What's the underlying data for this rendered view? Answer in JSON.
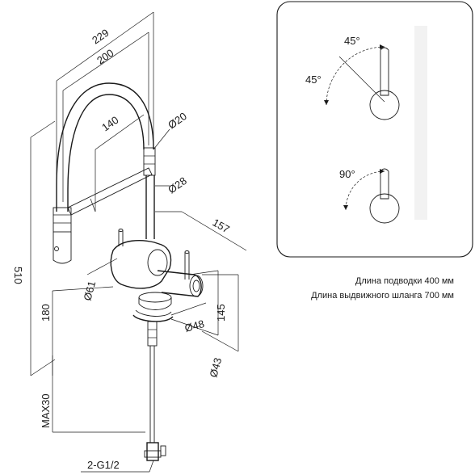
{
  "dimensions": {
    "d229": "229",
    "d200": "200",
    "d140": "140",
    "d20": "Ø20",
    "d28": "Ø28",
    "d157": "157",
    "d510": "510",
    "d61": "Ø61",
    "d180": "180",
    "d48": "Ø48",
    "d145": "145",
    "d43": "Ø43",
    "dmax30": "MAX30",
    "thread": "2-G1/2"
  },
  "lever_panel": {
    "angle_top": "45°",
    "angle_left": "45°",
    "angle_side": "90°"
  },
  "notes": {
    "supply_length": "Длина подводки 400 мм",
    "hose_length": "Длина выдвижного шланга 700 мм"
  }
}
